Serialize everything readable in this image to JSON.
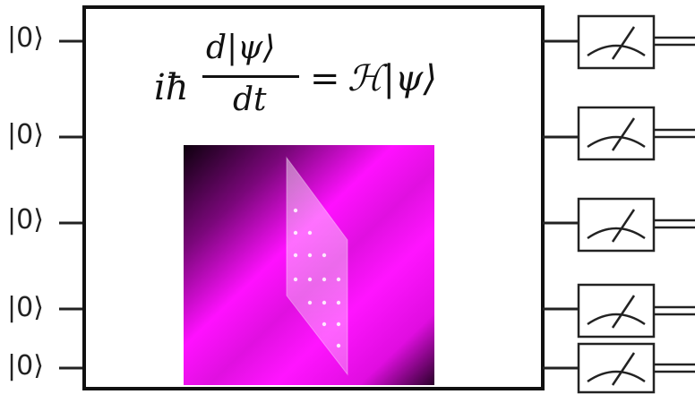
{
  "inputs": [
    "|0⟩",
    "|0⟩",
    "|0⟩",
    "|0⟩",
    "|0⟩"
  ],
  "equation": {
    "lhs_prefix": "iħ",
    "numerator": "d|ψ⟩",
    "denominator": "dt",
    "equals": "=",
    "rhs": "ℋ|ψ⟩"
  },
  "colors": {
    "wire": "#222222",
    "frame": "#111111",
    "image_magenta": "#ff10ff",
    "image_dark": "#120012"
  },
  "icons": [
    "meter-icon",
    "meter-icon",
    "meter-icon",
    "meter-icon",
    "meter-icon"
  ]
}
